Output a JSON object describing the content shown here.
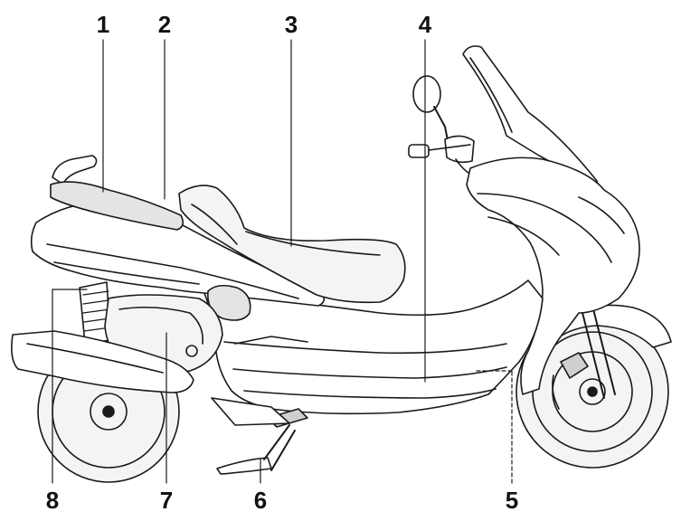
{
  "diagram": {
    "subject": "scooter-side-view-line-drawing",
    "line_color": "#1a1a1a",
    "fill_light": "#f4f4f4",
    "fill_mid": "#e4e4e4",
    "callouts": [
      {
        "id": "c1",
        "label": "1"
      },
      {
        "id": "c2",
        "label": "2"
      },
      {
        "id": "c3",
        "label": "3"
      },
      {
        "id": "c4",
        "label": "4"
      },
      {
        "id": "c5",
        "label": "5"
      },
      {
        "id": "c6",
        "label": "6"
      },
      {
        "id": "c7",
        "label": "7"
      },
      {
        "id": "c8",
        "label": "8"
      }
    ]
  }
}
